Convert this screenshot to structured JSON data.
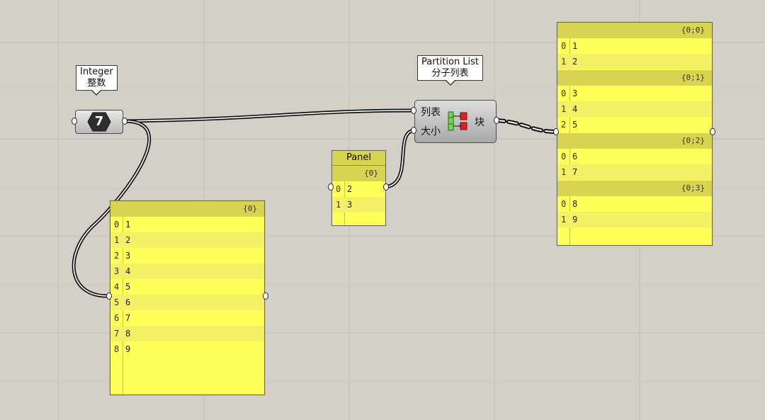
{
  "integer_param": {
    "tooltip_line1": "Integer",
    "tooltip_line2": "整数",
    "icon_value": "7"
  },
  "partition_component": {
    "tooltip_line1": "Partition List",
    "tooltip_line2": "分子列表",
    "input_list_label": "列表",
    "input_size_label": "大小",
    "output_label": "块"
  },
  "list_panel": {
    "branch_header": "{0}",
    "rows": [
      {
        "index": "0",
        "value": "1"
      },
      {
        "index": "1",
        "value": "2"
      },
      {
        "index": "2",
        "value": "3"
      },
      {
        "index": "3",
        "value": "4"
      },
      {
        "index": "4",
        "value": "5"
      },
      {
        "index": "5",
        "value": "6"
      },
      {
        "index": "6",
        "value": "7"
      },
      {
        "index": "7",
        "value": "8"
      },
      {
        "index": "8",
        "value": "9"
      }
    ]
  },
  "size_panel": {
    "title": "Panel",
    "branch_header": "{0}",
    "rows": [
      {
        "index": "0",
        "value": "2"
      },
      {
        "index": "1",
        "value": "3"
      }
    ]
  },
  "output_panel": {
    "branches": [
      {
        "header": "{0;0}",
        "rows": [
          {
            "index": "0",
            "value": "1"
          },
          {
            "index": "1",
            "value": "2"
          }
        ]
      },
      {
        "header": "{0;1}",
        "rows": [
          {
            "index": "0",
            "value": "3"
          },
          {
            "index": "1",
            "value": "4"
          },
          {
            "index": "2",
            "value": "5"
          }
        ]
      },
      {
        "header": "{0;2}",
        "rows": [
          {
            "index": "0",
            "value": "6"
          },
          {
            "index": "1",
            "value": "7"
          }
        ]
      },
      {
        "header": "{0;3}",
        "rows": [
          {
            "index": "0",
            "value": "8"
          },
          {
            "index": "1",
            "value": "9"
          }
        ]
      }
    ]
  },
  "colors": {
    "canvas": "#d4d0c8",
    "panel_fill": "#ffff59",
    "panel_header": "#d8d452",
    "component_fill": "#c4c4c4",
    "icon_green": "#6fd64a",
    "icon_red": "#e02020"
  }
}
